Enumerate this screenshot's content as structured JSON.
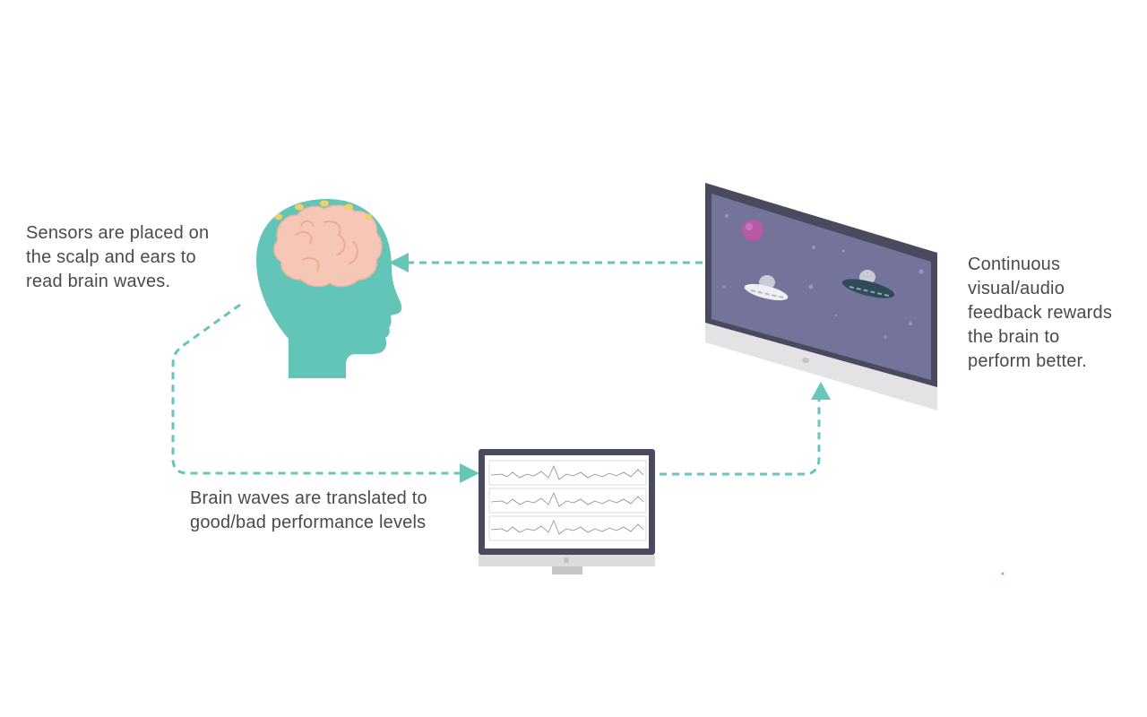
{
  "captions": {
    "sensors": [
      "Sensors are placed on",
      "the scalp and ears to",
      "read brain waves."
    ],
    "translate": [
      "Brain waves are translated to",
      "good/bad performance levels"
    ],
    "feedback": [
      "Continuous",
      "visual/audio",
      "feedback rewards",
      "the brain to",
      "perform better."
    ]
  },
  "colors": {
    "accent": "#66c6b9",
    "head": "#62c5b8",
    "brain": "#f7c7b5",
    "sensor": "#f2cf6b",
    "monitor_frame": "#4a4a5e",
    "monitor_screen": "#747399",
    "text": "#4a4a4a"
  }
}
